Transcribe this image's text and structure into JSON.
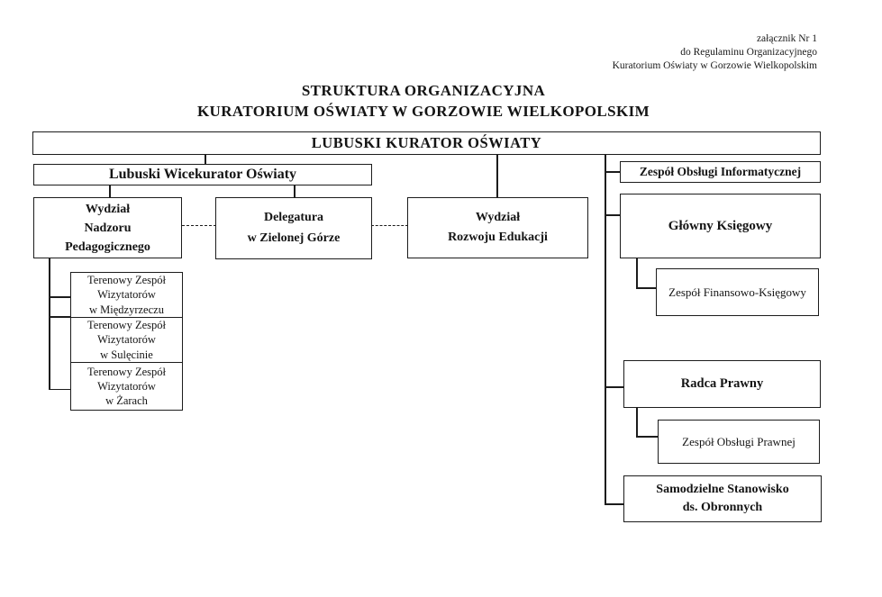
{
  "document": {
    "annotation": {
      "lines": [
        "załącznik Nr 1",
        "do Regulaminu Organizacyjnego",
        "Kuratorium Oświaty w Gorzowie Wielkopolskim"
      ]
    },
    "title": {
      "line1": "STRUKTURA ORGANIZACYJNA",
      "line2": "KURATORIUM OŚWIATY W GORZOWIE WIELKOPOLSKIM"
    }
  },
  "org": {
    "root": {
      "label": "LUBUSKI KURATOR OŚWIATY"
    },
    "deputy": {
      "label": "Lubuski Wicekurator Oświaty"
    },
    "left_branch": {
      "wydzial_nadzoru": {
        "lines": [
          "Wydział",
          "Nadzoru",
          "Pedagogicznego"
        ]
      },
      "delegatura": {
        "lines": [
          "Delegatura",
          "w Zielonej Górze"
        ]
      },
      "wydzial_rozwoju": {
        "lines": [
          "Wydział",
          "Rozwoju Edukacji"
        ]
      },
      "terenowe_zespoly": [
        {
          "lines": [
            "Terenowy Zespół",
            "Wizytatorów",
            "w Międzyrzeczu"
          ]
        },
        {
          "lines": [
            "Terenowy Zespół",
            "Wizytatorów",
            "w Sulęcinie"
          ]
        },
        {
          "lines": [
            "Terenowy Zespół",
            "Wizytatorów",
            "w Żarach"
          ]
        }
      ]
    },
    "right_branch": {
      "zespol_informatyczny": {
        "label": "Zespół Obsługi Informatycznej"
      },
      "glowny_ksiegowy": {
        "label": "Główny Księgowy"
      },
      "zespol_finansowo_ksiegowy": {
        "label": "Zespół Finansowo-Księgowy"
      },
      "radca_prawny": {
        "label": "Radca Prawny"
      },
      "zespol_obslugi_prawnej": {
        "label": "Zespół Obsługi Prawnej"
      },
      "samodzielne_stanowisko": {
        "lines": [
          "Samodzielne Stanowisko",
          "ds. Obronnych"
        ]
      }
    }
  },
  "colors": {
    "ink": "#1c1c1c",
    "paper": "#ffffff"
  }
}
